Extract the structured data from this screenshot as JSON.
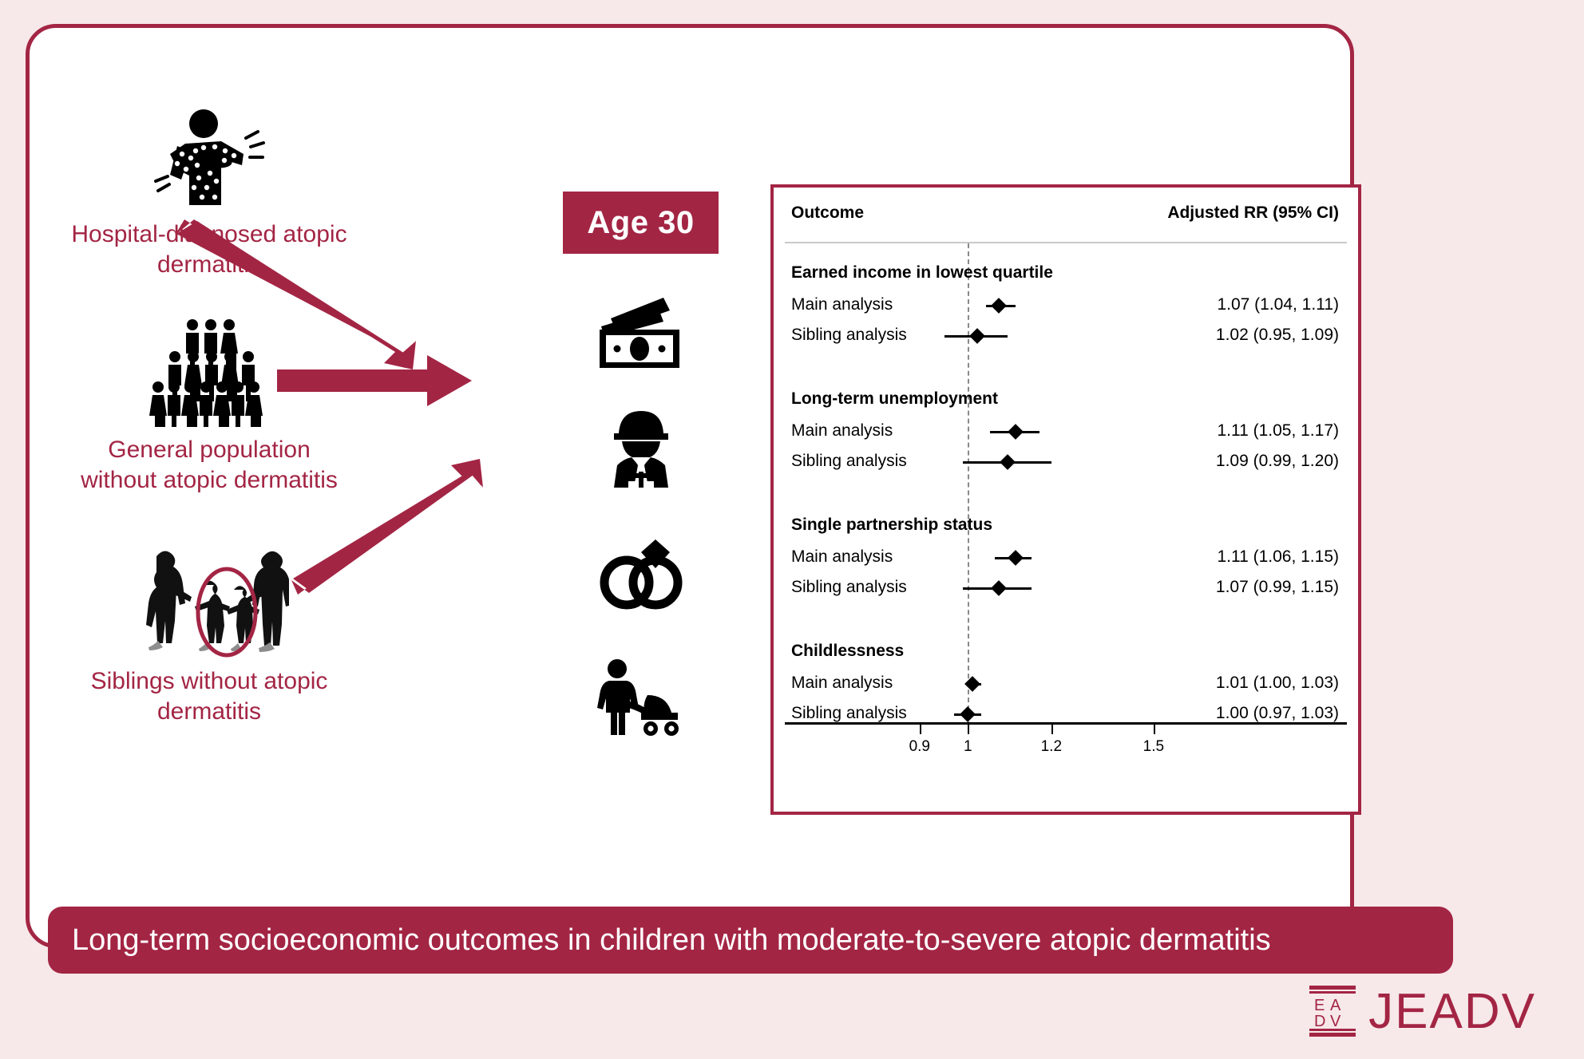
{
  "colors": {
    "accent": "#A32544",
    "page_background": "#F7E8E9",
    "card_background": "#FFFFFF",
    "marker": "#000000",
    "null_line": "#8A8A8A"
  },
  "exposure_groups": [
    {
      "id": "hospital-diagnosed-ad",
      "icon": "person-with-skin-rash-icon",
      "caption": "Hospital-diagnosed atopic\ndermatitis"
    },
    {
      "id": "general-population",
      "icon": "crowd-of-people-icon",
      "caption": "General population\nwithout atopic dermatitis"
    },
    {
      "id": "siblings-without-ad",
      "icon": "family-with-circled-siblings-icon",
      "caption": "Siblings without atopic\ndermatitis"
    }
  ],
  "age_badge": {
    "label": "Age 30"
  },
  "outcome_icons": [
    {
      "id": "money",
      "icon": "banknote-icon",
      "meaning": "Earned income"
    },
    {
      "id": "work",
      "icon": "worker-hardhat-icon",
      "meaning": "Employment"
    },
    {
      "id": "rings",
      "icon": "wedding-rings-icon",
      "meaning": "Partnership status"
    },
    {
      "id": "child",
      "icon": "parent-with-pram-icon",
      "meaning": "Childlessness"
    }
  ],
  "forest": {
    "header": {
      "outcome": "Outcome",
      "estimate": "Adjusted RR (95% CI)"
    },
    "axis": {
      "scale": "log",
      "ticks": [
        0.9,
        1,
        1.2,
        1.5
      ],
      "tick_labels": [
        "0.9",
        "1",
        "1.2",
        "1.5"
      ],
      "null_value": 1,
      "range": [
        0.85,
        1.62
      ]
    }
  },
  "chart_data": {
    "type": "forest",
    "title": "Adjusted RR (95% CI)",
    "xlabel": "",
    "ylabel": "",
    "xscale": "log",
    "xticks": [
      0.9,
      1,
      1.2,
      1.5
    ],
    "xlim": [
      0.85,
      1.62
    ],
    "reference_line": 1,
    "groups": [
      {
        "name": "Earned income in lowest quartile",
        "rows": [
          {
            "label": "Main analysis",
            "estimate": 1.07,
            "ci_low": 1.04,
            "ci_high": 1.11,
            "text": "1.07 (1.04, 1.11)"
          },
          {
            "label": "Sibling analysis",
            "estimate": 1.02,
            "ci_low": 0.95,
            "ci_high": 1.09,
            "text": "1.02 (0.95, 1.09)"
          }
        ]
      },
      {
        "name": "Long-term unemployment",
        "rows": [
          {
            "label": "Main analysis",
            "estimate": 1.11,
            "ci_low": 1.05,
            "ci_high": 1.17,
            "text": "1.11 (1.05, 1.17)"
          },
          {
            "label": "Sibling analysis",
            "estimate": 1.09,
            "ci_low": 0.99,
            "ci_high": 1.2,
            "text": "1.09 (0.99, 1.20)"
          }
        ]
      },
      {
        "name": "Single partnership status",
        "rows": [
          {
            "label": "Main analysis",
            "estimate": 1.11,
            "ci_low": 1.06,
            "ci_high": 1.15,
            "text": "1.11 (1.06, 1.15)"
          },
          {
            "label": "Sibling analysis",
            "estimate": 1.07,
            "ci_low": 0.99,
            "ci_high": 1.15,
            "text": "1.07 (0.99, 1.15)"
          }
        ]
      },
      {
        "name": "Childlessness",
        "rows": [
          {
            "label": "Main analysis",
            "estimate": 1.01,
            "ci_low": 1.0,
            "ci_high": 1.03,
            "text": "1.01 (1.00, 1.03)"
          },
          {
            "label": "Sibling analysis",
            "estimate": 1.0,
            "ci_low": 0.97,
            "ci_high": 1.03,
            "text": "1.00 (0.97, 1.03)"
          }
        ]
      }
    ]
  },
  "banner": {
    "title": "Long-term socioeconomic outcomes in children with moderate-to-severe atopic dermatitis"
  },
  "logo": {
    "mark": "eadv-mark-icon",
    "text": "JEADV"
  }
}
